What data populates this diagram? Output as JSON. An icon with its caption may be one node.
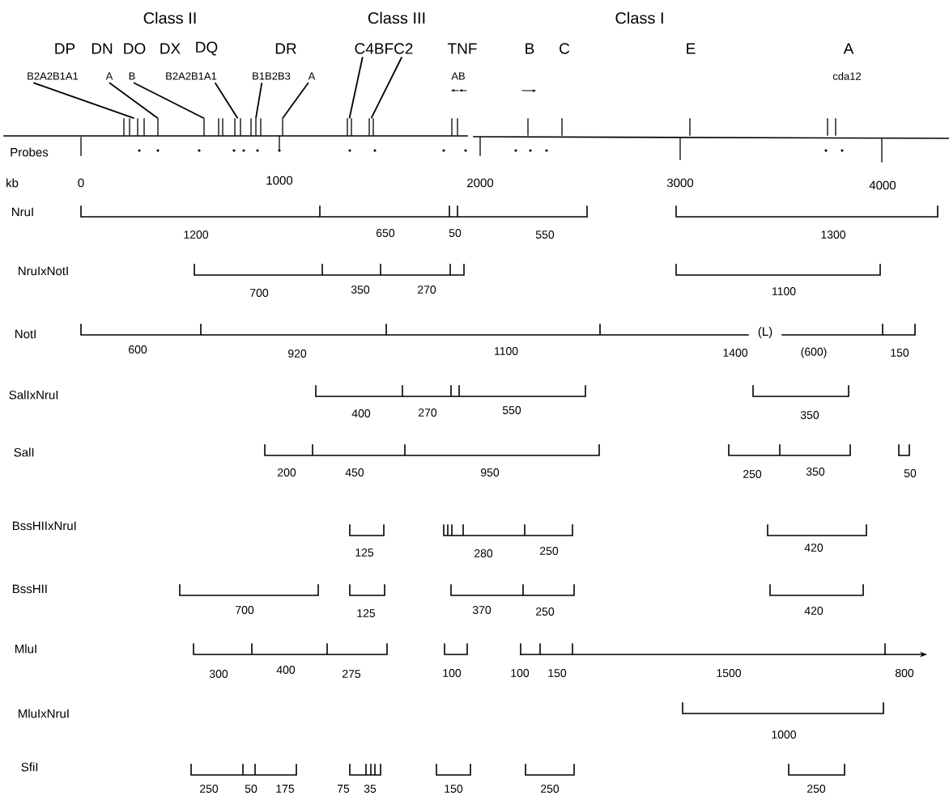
{
  "diagram": {
    "nodes": [
      {
        "text": [
          "B2A2B1A1"
        ]
      },
      {
        "text": [
          "A"
        ]
      },
      {
        "text": [
          "B"
        ]
      },
      {
        "text": [
          "B2A2B1A1"
        ]
      },
      {
        "text": [
          "B1B2B3"
        ]
      },
      {
        "text": [
          "A"
        ]
      },
      {
        "text": [
          "C4BFC2"
        ]
      },
      {
        "text": [],
        "shape": "bar"
      },
      {
        "text": [],
        "shape": "bar"
      },
      {
        "text": [],
        "shape": "bar"
      },
      {
        "text": [],
        "shape": "bar"
      },
      {
        "text": [],
        "shape": "bar"
      },
      {
        "text": [],
        "shape": "bar"
      },
      {
        "text": [],
        "shape": "bar"
      },
      {
        "text": [],
        "shape": "bar"
      }
    ],
    "edges": [
      {
        "from": 0,
        "to": 7,
        "arrow": "none"
      },
      {
        "from": 1,
        "to": 8,
        "arrow": "none"
      },
      {
        "from": 2,
        "to": 9,
        "arrow": "none"
      },
      {
        "from": 3,
        "to": 10,
        "arrow": "none"
      },
      {
        "from": 4,
        "to": 11,
        "arrow": "none"
      },
      {
        "from": 5,
        "to": 12,
        "arrow": "none"
      },
      {
        "from": 6,
        "to": 13,
        "arrow": "none"
      },
      {
        "from": 6,
        "to": 14,
        "arrow": "none"
      }
    ],
    "labels": [
      "Class II",
      "Class III",
      "Class I",
      "DP",
      "DN",
      "DO",
      "DX",
      "DQ",
      "DR",
      "TNF",
      "B",
      "C",
      "E",
      "A",
      "AB",
      "cda12",
      "Probes",
      "kb",
      "0",
      "1000",
      "2000",
      "3000",
      "4000",
      "NruI",
      "1200",
      "650",
      "50",
      "550",
      "1300",
      "NruIxNotI",
      "700",
      "350",
      "270",
      "1100",
      "NotI",
      "(L)",
      "600",
      "920",
      "1100",
      "1400",
      "(600)",
      "150",
      "SalIxNruI",
      "400",
      "270",
      "550",
      "350",
      "SalI",
      "200",
      "450",
      "950",
      "250",
      "350",
      "50",
      "BssHIIxNruI",
      "125",
      "280",
      "250",
      "420",
      "BssHII",
      "700",
      "125",
      "370",
      "250",
      "420",
      "MluI",
      "300",
      "400",
      "275",
      "100",
      "100",
      "150",
      "1500",
      "800",
      "MluIxNruI",
      "1000",
      "SfiI",
      "250",
      "50",
      "175",
      "75",
      "35",
      "150",
      "250",
      "250"
    ]
  }
}
